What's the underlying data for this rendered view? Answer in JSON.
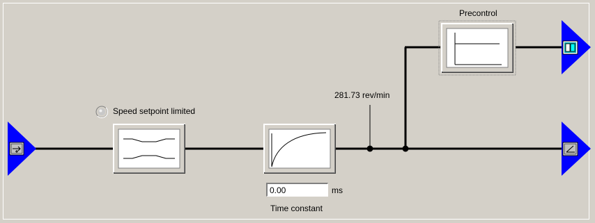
{
  "indicator": {
    "label": "Speed setpoint limited"
  },
  "speed_readout": "281.73 rev/min",
  "precontrol": {
    "label": "Precontrol"
  },
  "time_constant": {
    "value": "0.00",
    "unit": "ms",
    "label": "Time constant"
  },
  "icons": {
    "input_connector": "input-connector-icon",
    "output_connector_top": "precontrol-output-icon",
    "output_connector_bottom": "setpoint-output-icon",
    "limiter": "limiter-block-icon",
    "ramp": "ramp-filter-icon",
    "precontrol": "precontrol-block-icon"
  },
  "colors": {
    "background": "#d4d0c8",
    "connector": "#0000ff",
    "line": "#000000"
  }
}
